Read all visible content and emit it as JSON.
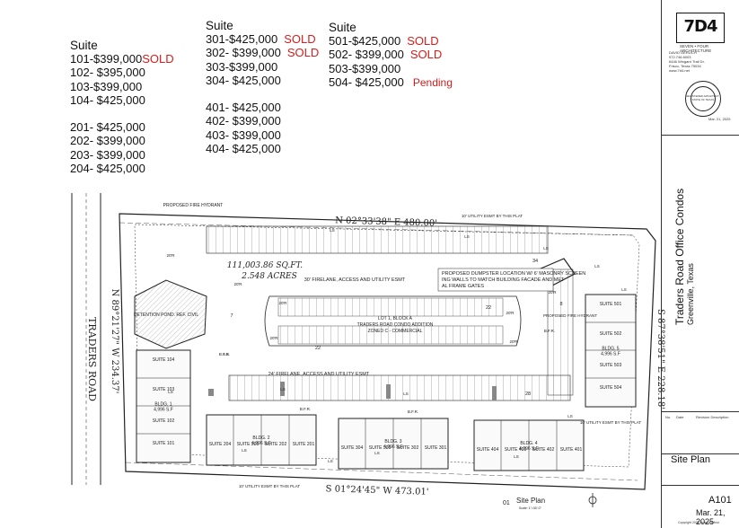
{
  "columns": [
    {
      "heading": "Suite",
      "items": [
        {
          "text": "101-$399,000",
          "status": "SOLD"
        },
        {
          "text": "102- $395,000",
          "status": ""
        },
        {
          "text": "103-$399,000",
          "status": ""
        },
        {
          "text": "104- $425,000",
          "status": ""
        },
        {
          "text": "",
          "status": ""
        },
        {
          "text": "201- $425,000",
          "status": ""
        },
        {
          "text": "202- $399,000",
          "status": ""
        },
        {
          "text": "203- $399,000",
          "status": ""
        },
        {
          "text": "204- $425,000",
          "status": ""
        }
      ]
    },
    {
      "heading": "Suite",
      "items": [
        {
          "text": "301-$425,000",
          "status": "SOLD"
        },
        {
          "text": "302- $399,000",
          "status": "SOLD"
        },
        {
          "text": "303-$399,000",
          "status": ""
        },
        {
          "text": "304- $425,000",
          "status": ""
        },
        {
          "text": "",
          "status": ""
        },
        {
          "text": "401- $425,000",
          "status": ""
        },
        {
          "text": "402- $399,000",
          "status": ""
        },
        {
          "text": "403- $399,000",
          "status": ""
        },
        {
          "text": "404- $425,000",
          "status": ""
        }
      ]
    },
    {
      "heading": "Suite",
      "items": [
        {
          "text": "501-$425,000",
          "status": "SOLD"
        },
        {
          "text": "502- $399,000",
          "status": "SOLD"
        },
        {
          "text": "503-$399,000",
          "status": ""
        },
        {
          "text": "504- $425,000",
          "status": "Pending"
        }
      ]
    }
  ],
  "plan": {
    "north_line": "N 02°33'38\" E  480.00'",
    "south_line": "S 01°24'45\" W  473.01'",
    "east_line": "S 87°38'51\" E  228.18'",
    "west_line": "N 89°21'27\" W  234.37'",
    "road": "TRADERS ROAD",
    "area_sqft": "111,003.86 SQ.FT.",
    "area_acres": "2.548 ACRES",
    "fire_hydrant": "PROPOSED FIRE HYDRANT",
    "fire_hydrant_right": "PROPOSED FIRE HYDRANT",
    "firelane_30": "30' FIRELANE, ACCESS AND UTILITY ESMT",
    "firelane_24": "24' FIRELANE, ACCESS AND UTILITY ESMT",
    "dumpster": "PROPOSED DUMPSTER LOCATION W/ 6' MASONRY SCREENING WALLS TO MATCH BUILDING FACADE AND METAL FRAME GATES",
    "detention": "DETENTION POND. REF. CIVIL",
    "lot": "LOT 1, BLOCK A",
    "addition": "TRADERS ROAD CONDO ADDITION",
    "zoned": "ZONED C - COMMERCIAL",
    "util_top": "10' UTILITY ESMT BY THIS PLAT",
    "util_bottom": "10' UTILITY ESMT BY THIS PLAT",
    "util_right": "10' UTILITY ESMT BY THIS PLAT",
    "bldg_area": "4,996 S.F",
    "bfr": "B.F.R.",
    "ls": "LS",
    "radius": "20'R",
    "parking_counts": [
      "34",
      "22",
      "22",
      "28",
      "7",
      "8"
    ],
    "buildings": [
      {
        "name": "BLDG. 1",
        "suites": [
          "SUITE 104",
          "SUITE 103",
          "SUITE 102",
          "SUITE 101"
        ]
      },
      {
        "name": "BLDG. 2",
        "suites": [
          "SUITE 204",
          "SUITE 203",
          "SUITE 202",
          "SUITE 201"
        ]
      },
      {
        "name": "BLDG. 3",
        "suites": [
          "SUITE 304",
          "SUITE 303",
          "SUITE 302",
          "SUITE 301"
        ]
      },
      {
        "name": "BLDG. 4",
        "suites": [
          "SUITE 404",
          "SUITE 403",
          "SUITE 402",
          "SUITE 401"
        ]
      },
      {
        "name": "BLDG. 5",
        "suites": [
          "SUITE 501",
          "SUITE 502",
          "SUITE 503",
          "SUITE 504"
        ]
      }
    ],
    "site_plan_num": "01",
    "site_plan_label": "Site Plan",
    "scale": "Scale: 1\"=30'-0\""
  },
  "titleblock": {
    "logo": "7D4",
    "firm": "SEVEN • FOUR ARCHITECTURE",
    "firm_lines": [
      "DAVID GERLICH",
      "972.746.6003",
      "6446 Wingard Trail Dr.",
      "Frisco, Texas 75034",
      "www.7d4.net"
    ],
    "seal_text": "REGISTERED ARCHITECT · STATE OF TEXAS",
    "seal_date": "Mar. 21, 2025",
    "project_title": "Traders Road Office Condos",
    "project_city": "Greenville, Texas",
    "rev_headers": [
      "No.",
      "Date",
      "Revision Description"
    ],
    "sheet_title": "Site Plan",
    "sheet_number": "A101",
    "sheet_date": "Mar. 21, 2025",
    "copyright": "Copyright 2025 by seven•four"
  },
  "colors": {
    "sold": "#d81c1c",
    "line": "#222222",
    "hatch": "#bbbbbb"
  }
}
